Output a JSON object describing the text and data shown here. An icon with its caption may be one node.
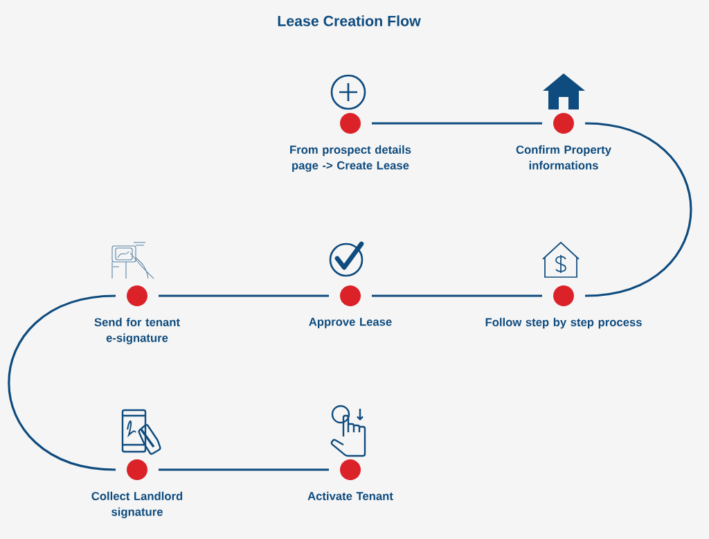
{
  "diagram": {
    "title": "Lease Creation Flow",
    "nodes": [
      {
        "text": [
          "From prospect details page -> Create Lease"
        ]
      },
      {
        "text": [
          "Confirm Property informations"
        ]
      },
      {
        "text": [
          "Follow step by step process"
        ]
      },
      {
        "text": [
          "Approve Lease"
        ]
      },
      {
        "text": [
          "Send for tenant e-signature"
        ]
      },
      {
        "text": [
          "Collect Landlord signature"
        ]
      },
      {
        "text": [
          "Activate Tenant"
        ]
      }
    ],
    "edges": [
      {
        "from": 0,
        "to": 1,
        "arrow": "none"
      },
      {
        "from": 1,
        "to": 2,
        "arrow": "none"
      },
      {
        "from": 2,
        "to": 3,
        "arrow": "none"
      },
      {
        "from": 3,
        "to": 4,
        "arrow": "none"
      },
      {
        "from": 4,
        "to": 5,
        "arrow": "none"
      },
      {
        "from": 5,
        "to": 6,
        "arrow": "none"
      }
    ]
  }
}
